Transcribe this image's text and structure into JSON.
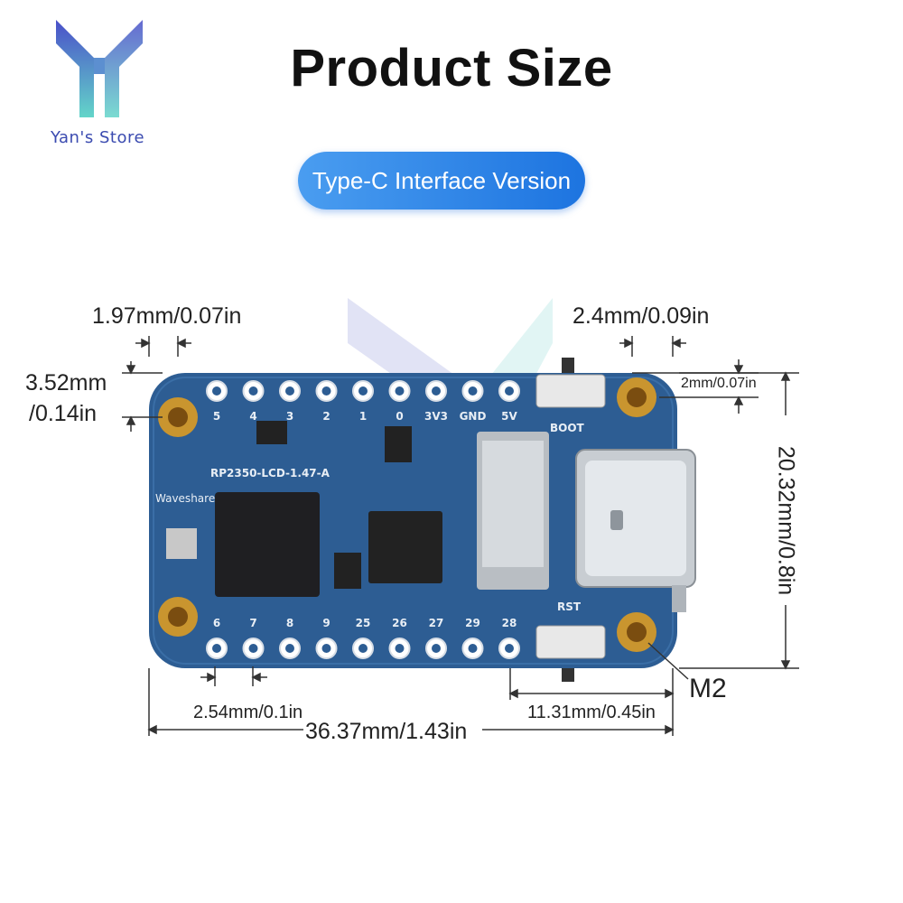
{
  "brand": {
    "name": "Yan's Store"
  },
  "header": {
    "title": "Product Size"
  },
  "badge": {
    "label": "Type-C Interface Version"
  },
  "dimensions": {
    "hole_offset_x": "1.97mm/0.07in",
    "hole_offset_y_line1": "3.52mm",
    "hole_offset_y_line2": "/0.14in",
    "hole_diameter": "2.4mm/0.09in",
    "hole_edge_gap": "2mm/0.07in",
    "board_height": "20.32mm/0.8in",
    "pin_pitch": "2.54mm/0.1in",
    "connector_span": "11.31mm/0.45in",
    "board_width": "36.37mm/1.43in",
    "screw_size": "M2"
  },
  "board": {
    "model": "RP2350-LCD-1.47-A",
    "maker": "Waveshare",
    "top_pins": [
      "5",
      "4",
      "3",
      "2",
      "1",
      "0",
      "3V3",
      "GND",
      "5V"
    ],
    "bottom_pins": [
      "6",
      "7",
      "8",
      "9",
      "25",
      "26",
      "27",
      "29",
      "28"
    ],
    "button_boot": "BOOT",
    "button_reset": "RST"
  },
  "colors": {
    "pcb": "#2d5d93",
    "pcb_dark": "#1f4672",
    "badge": "#2b83e8",
    "logo": "#3b4bb0"
  }
}
